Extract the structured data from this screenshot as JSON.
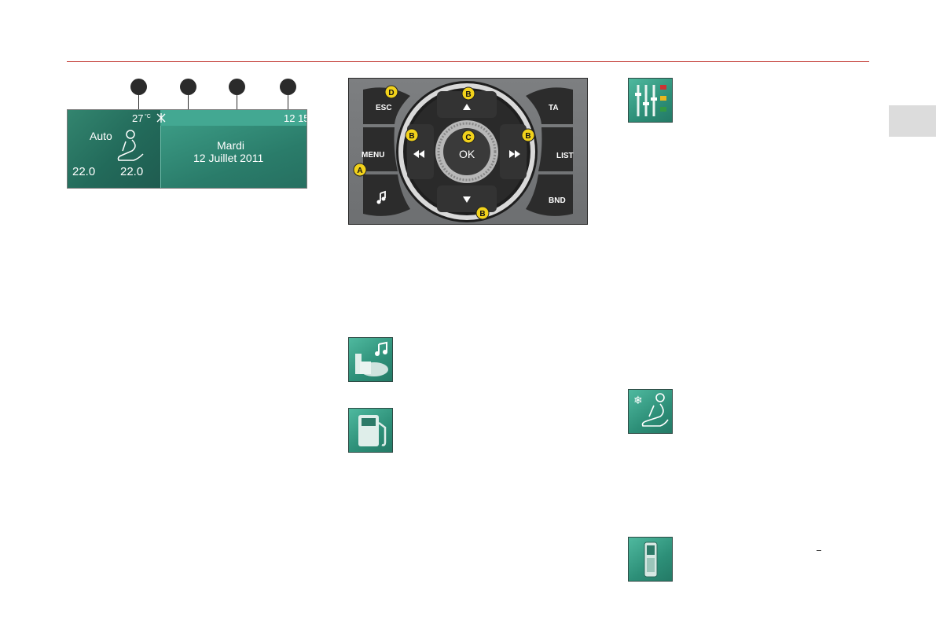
{
  "colors": {
    "rule": "#c0302a",
    "screen_bg": "#2f7d6e",
    "tile_bg": "#3fa58b"
  },
  "display": {
    "outside_temp": "27",
    "temp_unit": "°C",
    "mode": "Auto",
    "temp_left": "22.0",
    "temp_right": "22.0",
    "day": "Mardi",
    "date": "12 Juillet 2011",
    "time": "12 15"
  },
  "controller": {
    "left_buttons": [
      "ESC",
      "MENU"
    ],
    "right_buttons": [
      "TA",
      "LIST",
      "BND"
    ],
    "ok_label": "OK",
    "callouts": [
      "A",
      "B",
      "B",
      "B",
      "B",
      "C",
      "D"
    ]
  },
  "icons": [
    "audio-telematics-icon",
    "fuel-pump-icon",
    "display-settings-icon",
    "air-conditioning-seat-icon",
    "mobile-phone-icon"
  ]
}
